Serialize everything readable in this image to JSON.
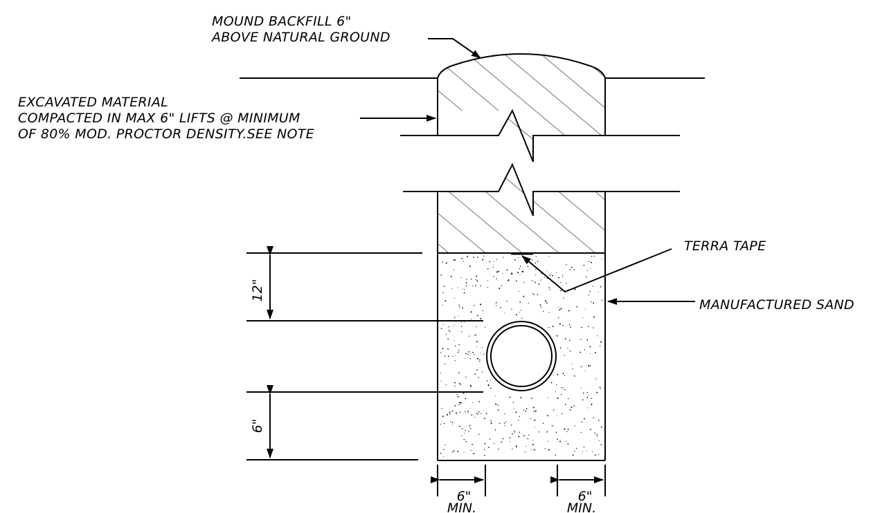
{
  "labels": {
    "mound_line1": "MOUND BACKFILL 6\"",
    "mound_line2": "ABOVE NATURAL GROUND",
    "excavated_line1": "EXCAVATED MATERIAL",
    "excavated_line2": "COMPACTED IN MAX 6\" LIFTS @ MINIMUM",
    "excavated_line3": "OF 80% MOD. PROCTOR DENSITY.SEE NOTE",
    "terra_tape": "TERRA TAPE",
    "manufactured_sand": "MANUFACTURED SAND"
  },
  "dimensions": {
    "cover_depth": "12\"",
    "bedding_depth": "6\"",
    "left_clearance_value": "6\"",
    "left_clearance_note": "MIN.",
    "right_clearance_value": "6\"",
    "right_clearance_note": "MIN."
  }
}
